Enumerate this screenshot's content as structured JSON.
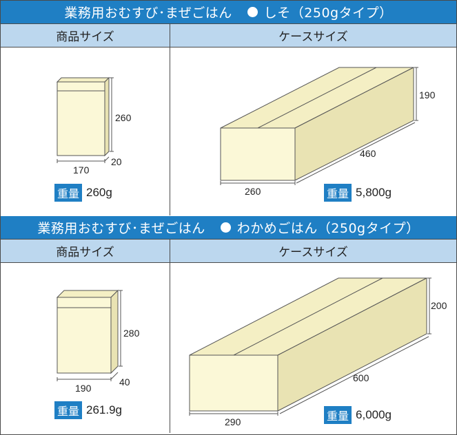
{
  "products": [
    {
      "title": "業務用おむすび･まぜごはん",
      "variant": "しそ（250gタイプ）",
      "product_header": "商品サイズ",
      "case_header": "ケースサイズ",
      "product_dims": {
        "width": "170",
        "height": "260",
        "depth": "20"
      },
      "case_dims": {
        "height": "190",
        "length": "460",
        "width": "260"
      },
      "weight_tag": "重量",
      "product_weight": "260g",
      "case_weight": "5,800g"
    },
    {
      "title": "業務用おむすび･まぜごはん",
      "variant": "わかめごはん（250gタイプ）",
      "product_header": "商品サイズ",
      "case_header": "ケースサイズ",
      "product_dims": {
        "width": "190",
        "height": "280",
        "depth": "40"
      },
      "case_dims": {
        "height": "200",
        "length": "600",
        "width": "290"
      },
      "weight_tag": "重量",
      "product_weight": "261.9g",
      "case_weight": "6,000g"
    }
  ],
  "colors": {
    "title_bar": "#1f7fc4",
    "header_row": "#bcd7ee",
    "box_fill": "#fbf8d7",
    "box_stroke": "#555555"
  }
}
